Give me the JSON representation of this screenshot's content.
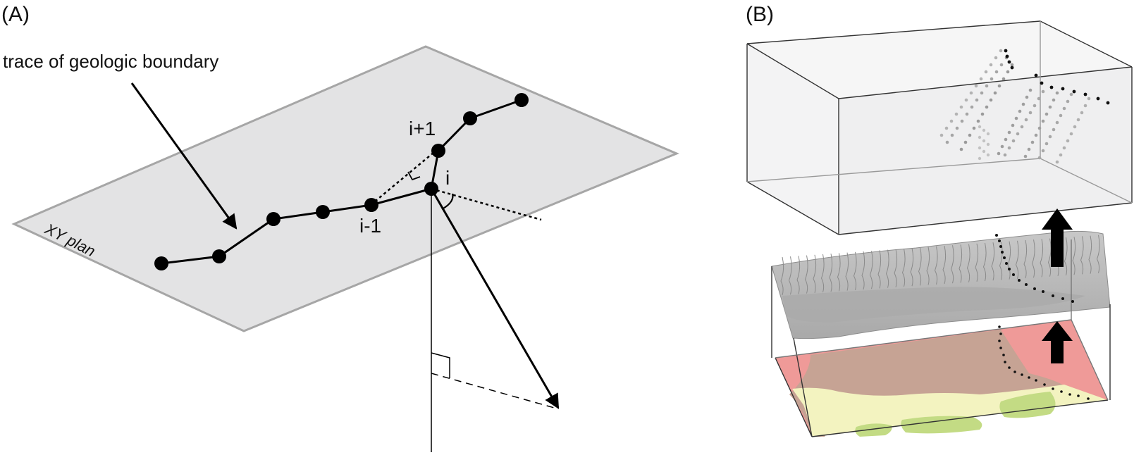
{
  "panel_a": {
    "label": "(A)",
    "annotation": "trace of geologic boundary",
    "plane_label": "XY plan",
    "point_labels": {
      "prev": "i-1",
      "current": "i",
      "next": "i+1"
    }
  },
  "panel_b": {
    "label": "(B)"
  },
  "colors": {
    "plane_fill": "#e3e3e4",
    "plane_stroke": "#a6a6a6",
    "unit_red": "#ef9a98",
    "unit_brown": "#c6a394",
    "unit_yellow": "#f3f3c0",
    "unit_green": "#c3db84",
    "terrain": "#b9b9b9"
  }
}
